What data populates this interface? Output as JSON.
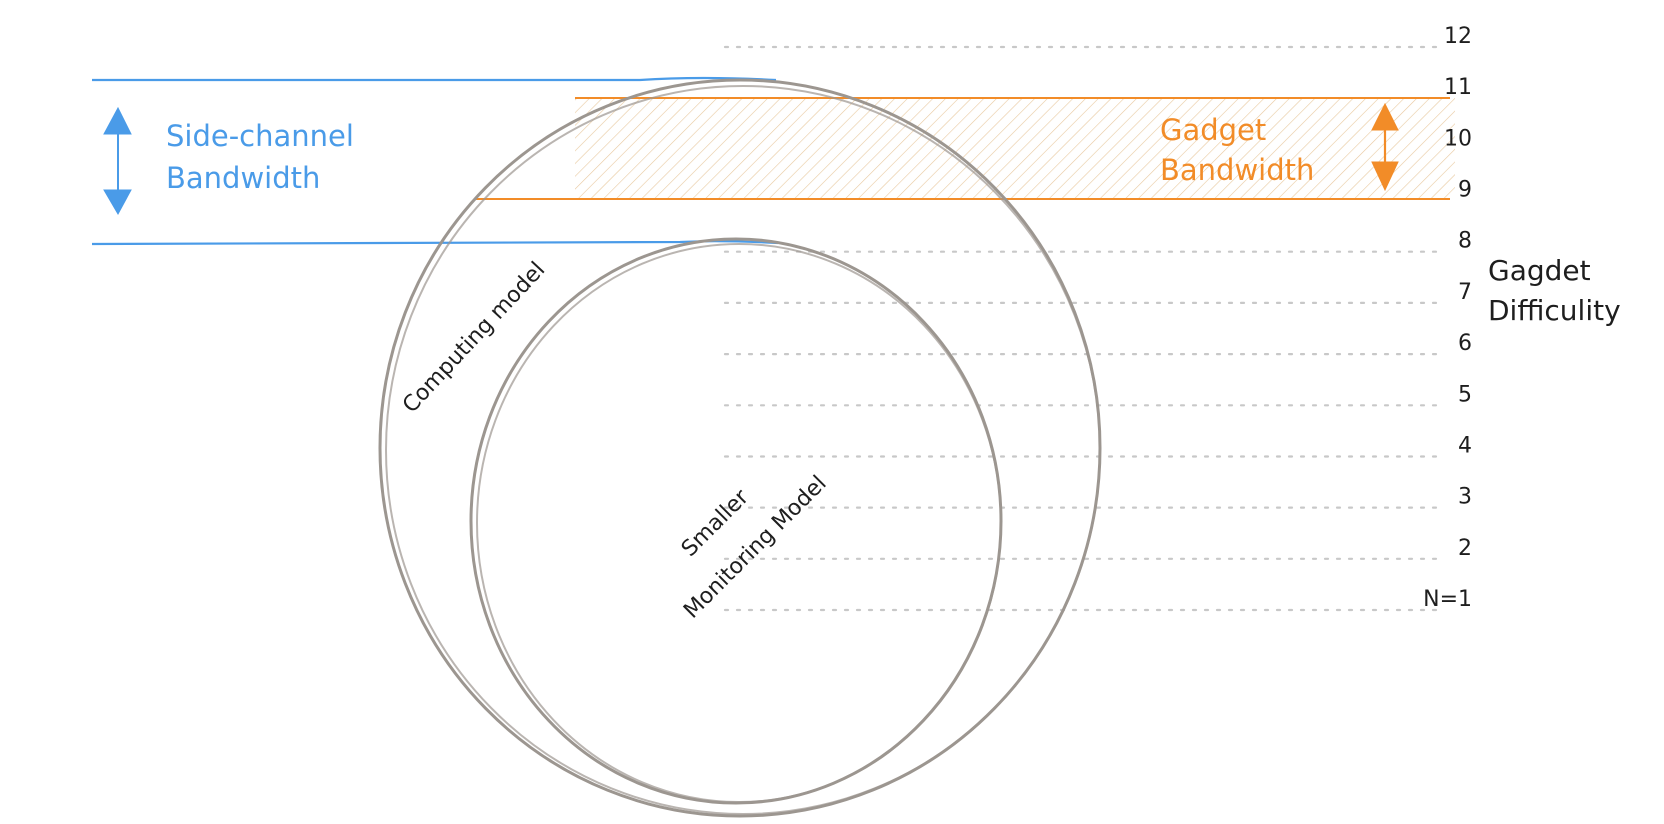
{
  "side_channel": {
    "line1": "Side-channel",
    "line2": "Bandwidth"
  },
  "gadget": {
    "line1": "Gadget",
    "line2": "Bandwidth"
  },
  "axis": {
    "title_line1": "Gagdet",
    "title_line2": "Difficulity",
    "ticks": [
      "N=1",
      "2",
      "3",
      "4",
      "5",
      "6",
      "7",
      "8",
      "9",
      "10",
      "11",
      "12"
    ]
  },
  "computing_model_label": "Computing model",
  "monitoring_model": {
    "line1": "Smaller",
    "line2": "Monitoring Model"
  },
  "colors": {
    "blue": "#4a9be8",
    "orange": "#f28c28",
    "hatch": "#e8c9a0",
    "circle": "#9c9690",
    "dotted": "#c8c8c8",
    "text": "#1e1e1e"
  }
}
